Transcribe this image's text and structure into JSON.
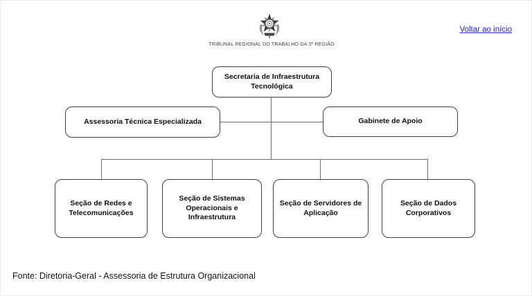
{
  "header": {
    "logo_name": "brazil-coat-of-arms",
    "court_caption": "TRIBUNAL REGIONAL DO TRABALHO DA 3ª REGIÃO",
    "back_link_label": "Voltar ao início"
  },
  "org_chart": {
    "root": {
      "label": "Secretaria de Infraestrutura Tecnológica"
    },
    "advisors": [
      {
        "label": "Assessoria Técnica Especializada"
      },
      {
        "label": "Gabinete de Apoio"
      }
    ],
    "sections": [
      {
        "label": "Seção de Redes e Telecomunicações"
      },
      {
        "label": "Seção de Sistemas Operacionais e Infraestrutura"
      },
      {
        "label": "Seção de Servidores de Aplicação"
      },
      {
        "label": "Seção de Dados Corporativos"
      }
    ]
  },
  "footer": {
    "source": "Fonte: Diretoria-Geral - Assessoria de Estrutura Organizacional"
  },
  "colors": {
    "box_border": "#3f3f3f",
    "connector_line": "#6e6e6e",
    "link": "#2323cd",
    "page_border": "#ececec"
  }
}
